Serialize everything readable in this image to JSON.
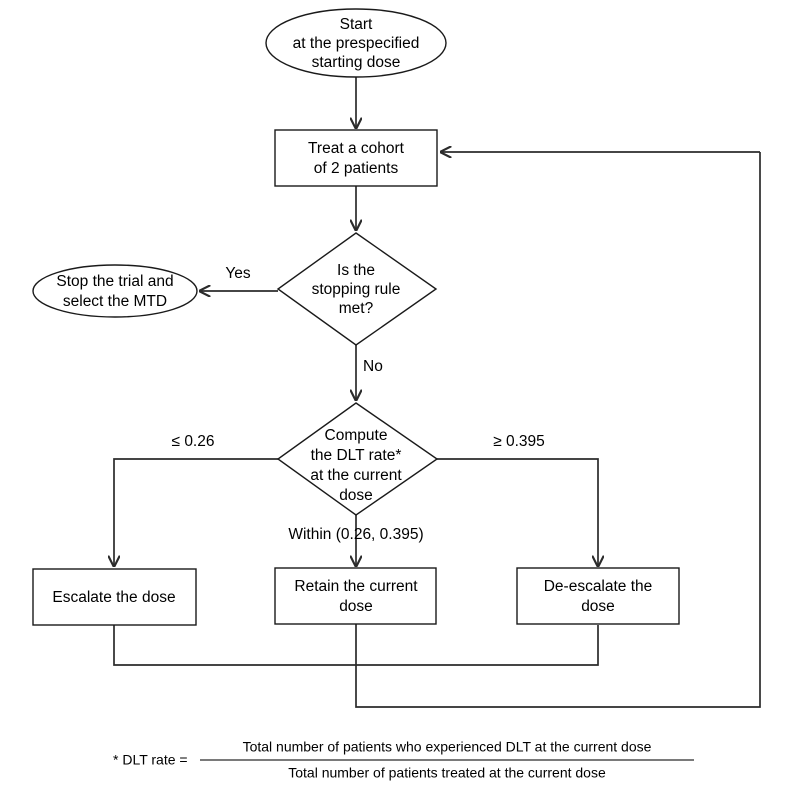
{
  "diagram": {
    "title": "Dose-finding trial decision flowchart",
    "colors": {
      "background": "#ffffff",
      "stroke": "#1a1a1a",
      "connector": "#2b2b2b",
      "text": "#000000"
    },
    "nodes": {
      "start": {
        "shape": "ellipse",
        "line1": "Start",
        "line2": "at the prespecified",
        "line3": "starting dose"
      },
      "treat_cohort": {
        "shape": "rectangle",
        "line1": "Treat a cohort",
        "line2": "of  2  patients",
        "cohort_size": "2"
      },
      "stopping_rule": {
        "shape": "diamond",
        "line1": "Is the",
        "line2": "stopping rule",
        "line3": "met?"
      },
      "stop_trial": {
        "shape": "ellipse",
        "line1": "Stop the trial and",
        "line2": "select the MTD"
      },
      "compute_dlt": {
        "shape": "diamond",
        "line1": "Compute",
        "line2": "the DLT rate*",
        "line3": "at the current",
        "line4": "dose"
      },
      "escalate": {
        "shape": "rectangle",
        "line1": "Escalate the dose"
      },
      "retain": {
        "shape": "rectangle",
        "line1": "Retain the current",
        "line2": "dose"
      },
      "deescalate": {
        "shape": "rectangle",
        "line1": "De-escalate the",
        "line2": "dose"
      }
    },
    "edge_labels": {
      "yes": "Yes",
      "no": "No",
      "low_rate": "≤ 0.26",
      "high_rate": "≥ 0.395",
      "within_rate": "Within (0.26, 0.395)"
    },
    "footnote": {
      "lead": "* DLT rate =",
      "numerator": "Total number of patients who experienced DLT at the current dose",
      "denominator": "Total number of patients treated at the current dose"
    }
  }
}
